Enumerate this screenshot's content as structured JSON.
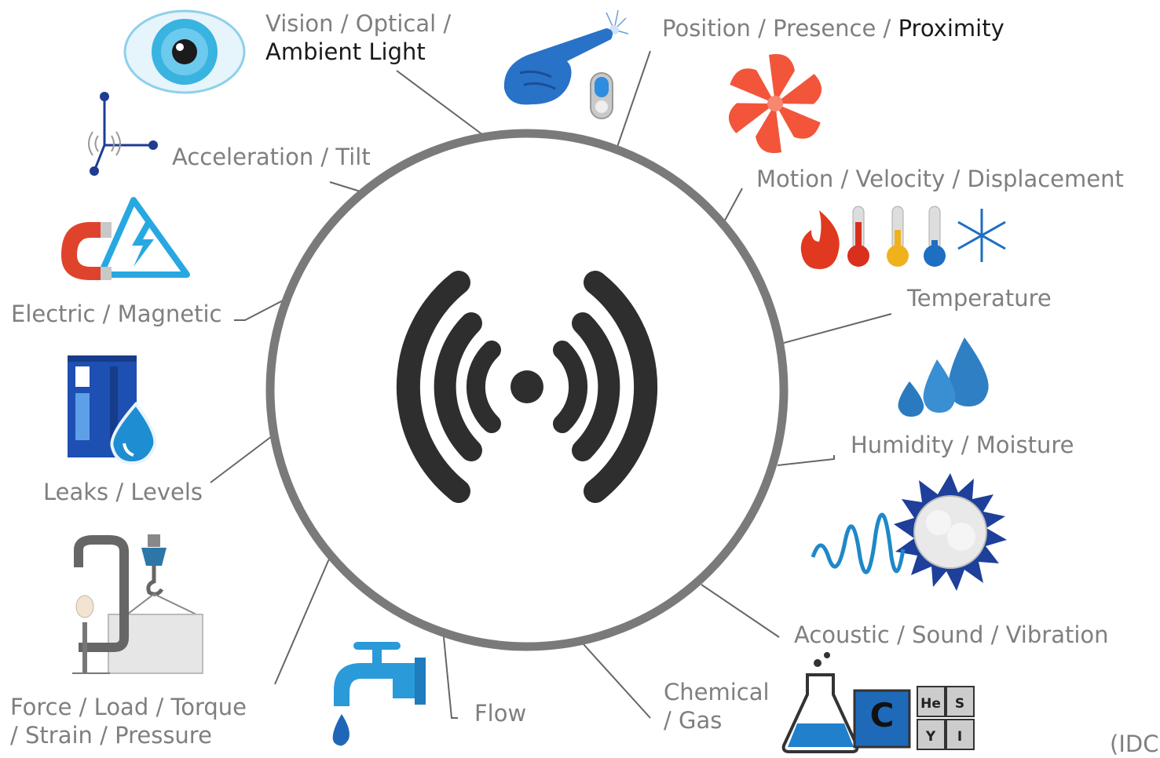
{
  "diagram": {
    "center_icon": "wireless-signal-icon",
    "source_note": "(IDC",
    "categories": [
      {
        "id": "vision",
        "line1_light": "Vision / Optical /",
        "line2_dark": "Ambient Light",
        "icon": "eye-icon"
      },
      {
        "id": "position",
        "light": "Position / Presence / ",
        "dark": "Proximity",
        "icon": "pointing-hand-icon"
      },
      {
        "id": "motion",
        "label": "Motion / Velocity / Displacement",
        "icon": "fan-icon"
      },
      {
        "id": "temperature",
        "label": "Temperature",
        "icon": "thermometers-icon"
      },
      {
        "id": "humidity",
        "label": "Humidity / Moisture",
        "icon": "water-drops-icon"
      },
      {
        "id": "acoustic",
        "label": "Acoustic / Sound / Vibration",
        "icon": "sound-wave-icon"
      },
      {
        "id": "chemical",
        "line1": "Chemical",
        "line2": "/ Gas",
        "icon": "chemistry-flask-icon"
      },
      {
        "id": "flow",
        "label": "Flow",
        "icon": "water-tap-icon"
      },
      {
        "id": "force",
        "line1": "Force / Load / Torque",
        "line2": "/ Strain / Pressure",
        "icon": "clamp-crane-icon"
      },
      {
        "id": "leaks",
        "label": "Leaks / Levels",
        "icon": "tank-drop-icon"
      },
      {
        "id": "electric",
        "label": "Electric / Magnetic",
        "icon": "magnet-electric-icon"
      },
      {
        "id": "acceleration",
        "label": "Acceleration / Tilt",
        "icon": "axes-icon"
      }
    ],
    "element_labels": [
      "He",
      "S",
      "C",
      "Y",
      "I"
    ],
    "colors": {
      "label_gray": "#7f7f7f",
      "label_dark": "#1a1a1a",
      "circle_stroke": "#7a7a7a",
      "signal": "#2e2e2e",
      "icon_blue": "#1f8fd0",
      "fan_red": "#f2553a",
      "flame_red": "#e0391f"
    }
  }
}
